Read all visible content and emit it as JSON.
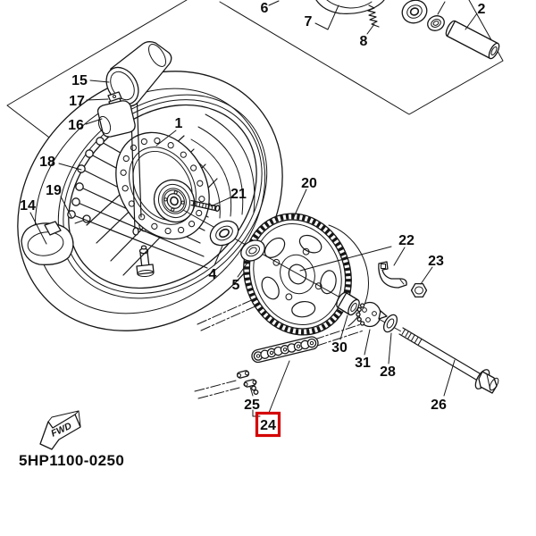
{
  "diagram": {
    "code": "5HP1100-0250",
    "fwd_label": "FWD",
    "type": "exploded-parts-diagram",
    "subject": "rear wheel assembly",
    "highlighted_part": "24",
    "highlight_color": "#d40000",
    "ink_color": "#161616",
    "background_color": "#ffffff"
  },
  "parts": {
    "p1": {
      "label": "1"
    },
    "p2": {
      "label": "2"
    },
    "p4": {
      "label": "4"
    },
    "p5": {
      "label": "5"
    },
    "p6": {
      "label": "6"
    },
    "p7": {
      "label": "7"
    },
    "p8": {
      "label": "8"
    },
    "p14": {
      "label": "14"
    },
    "p15": {
      "label": "15"
    },
    "p16": {
      "label": "16"
    },
    "p17": {
      "label": "17"
    },
    "p18": {
      "label": "18"
    },
    "p19": {
      "label": "19"
    },
    "p20": {
      "label": "20"
    },
    "p21": {
      "label": "21"
    },
    "p22": {
      "label": "22"
    },
    "p23": {
      "label": "23"
    },
    "p24": {
      "label": "24"
    },
    "p25": {
      "label": "25"
    },
    "p26": {
      "label": "26"
    },
    "p28": {
      "label": "28"
    },
    "p30": {
      "label": "30"
    },
    "p31": {
      "label": "31"
    }
  }
}
